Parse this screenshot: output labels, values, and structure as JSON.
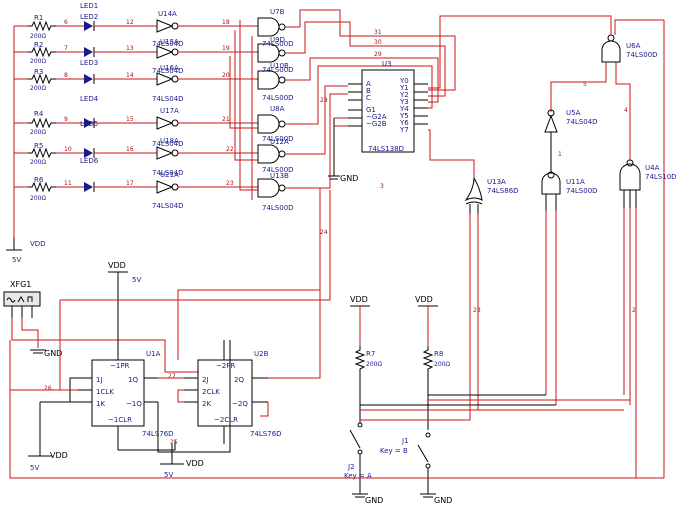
{
  "colors": {
    "wire": "#c81414",
    "component": "#000000",
    "text": "#1a1a8c",
    "pin": "#aa1111"
  },
  "resistors_left": [
    {
      "ref": "R1",
      "value": "200Ω"
    },
    {
      "ref": "R2",
      "value": "200Ω"
    },
    {
      "ref": "R3",
      "value": "200Ω"
    },
    {
      "ref": "R4",
      "value": "200Ω"
    },
    {
      "ref": "R5",
      "value": "200Ω"
    },
    {
      "ref": "R6",
      "value": "200Ω"
    }
  ],
  "leds": [
    "LED1",
    "LED2",
    "LED3",
    "LED4",
    "LED5",
    "LED6"
  ],
  "inverters": [
    "U14A",
    "U15A",
    "U16A",
    "U17A",
    "U18A",
    "U21A"
  ],
  "inverter_type": "74LS04D",
  "nand_gates": [
    "U7B",
    "U9D",
    "U10B",
    "U8A",
    "U12A",
    "U13B"
  ],
  "nand_type": "74LS00D",
  "decoder": {
    "ref": "U3",
    "type": "74LS138D",
    "inputs": [
      "A",
      "B",
      "C",
      "G1",
      "~G2A",
      "~G2B"
    ],
    "outputs": [
      "Y0",
      "Y1",
      "Y2",
      "Y3",
      "Y4",
      "Y5",
      "Y6",
      "Y7"
    ]
  },
  "gates_right": [
    {
      "ref": "U6A",
      "type": "74LS00D"
    },
    {
      "ref": "U5A",
      "type": "74LS04D"
    },
    {
      "ref": "U11A",
      "type": "74LS00D"
    },
    {
      "ref": "U4A",
      "type": "74LS10D"
    },
    {
      "ref": "U13A",
      "type": "74LS86D"
    }
  ],
  "flipflops": [
    {
      "ref": "U1A",
      "type": "74LS76D",
      "pins": [
        "~1PR",
        "1J",
        "1CLK",
        "1K",
        "~1CLR",
        "1Q",
        "~1Q"
      ]
    },
    {
      "ref": "U2B",
      "type": "74LS76D",
      "pins": [
        "~2PR",
        "2J",
        "2CLK",
        "2K",
        "~2CLR",
        "2Q",
        "~2Q"
      ]
    }
  ],
  "generator": {
    "ref": "XFG1"
  },
  "resistors_right": [
    {
      "ref": "R7",
      "value": "200Ω"
    },
    {
      "ref": "R8",
      "value": "200Ω"
    }
  ],
  "switches": [
    {
      "ref": "J2",
      "key": "Key = A"
    },
    {
      "ref": "J1",
      "key": "Key = B"
    }
  ],
  "power": {
    "vdd": "VDD",
    "gnd": "GND",
    "v5": "5V"
  },
  "net_numbers": [
    "6",
    "7",
    "8",
    "9",
    "10",
    "11",
    "12",
    "13",
    "14",
    "15",
    "16",
    "17",
    "18",
    "19",
    "20",
    "21",
    "22",
    "23",
    "24",
    "25",
    "26",
    "27",
    "28",
    "29",
    "30",
    "31",
    "1",
    "2",
    "3",
    "4",
    "5"
  ]
}
